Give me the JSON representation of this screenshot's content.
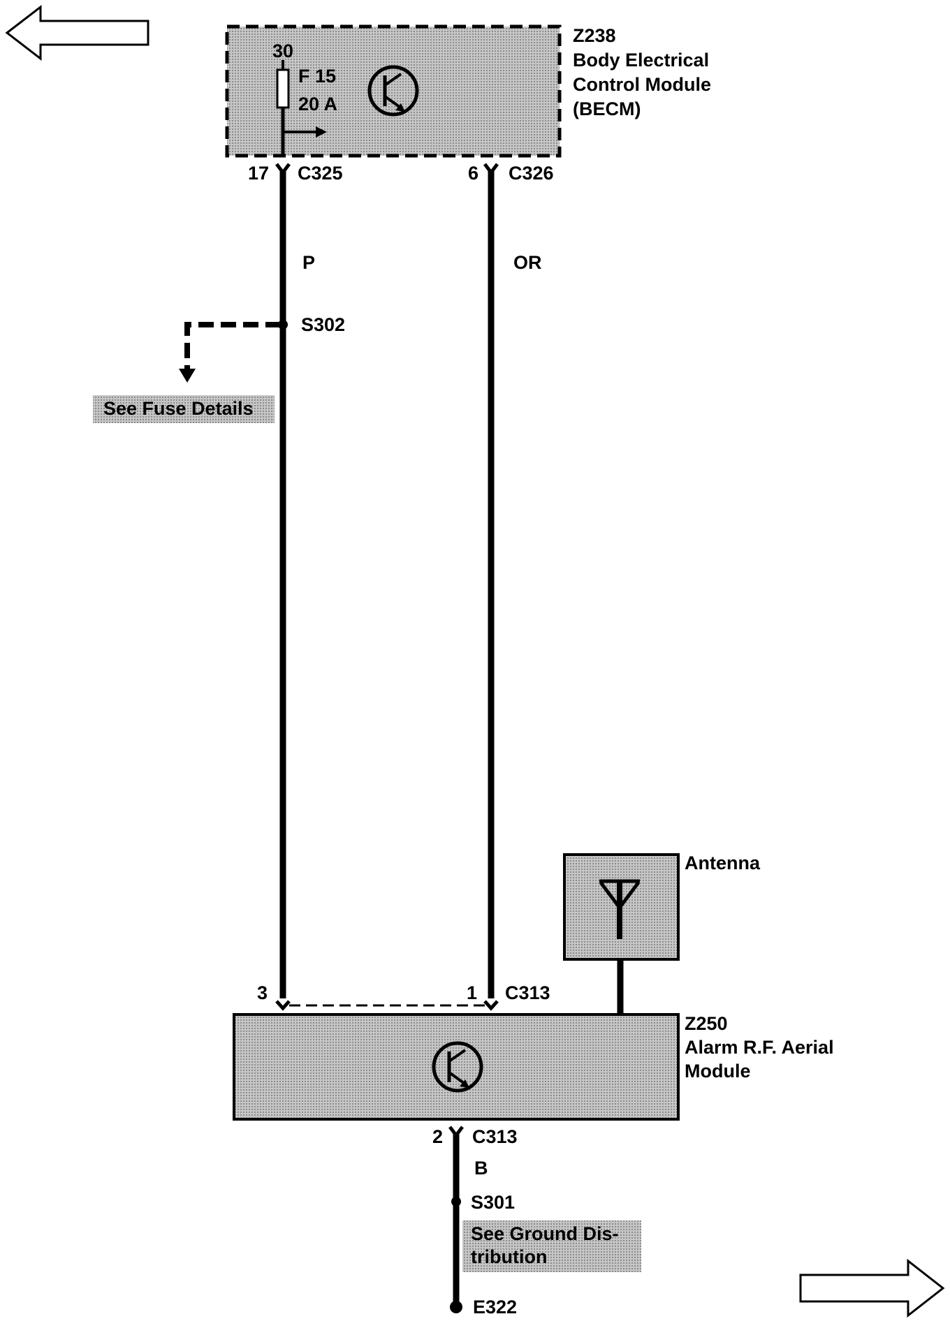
{
  "nav": {
    "back_icon": "left-arrow-icon",
    "forward_icon": "right-arrow-icon"
  },
  "colors": {
    "ink": "#000000",
    "module_fill": "#b4b4b4",
    "note_fill": "#a8a8a8",
    "background": "#ffffff"
  },
  "becm": {
    "id": "Z238",
    "name_line1": "Body Electrical",
    "name_line2": "Control Module",
    "name_line3": "(BECM)",
    "fuse_supply": "30",
    "fuse_id": "F 15",
    "fuse_rating": "20 A",
    "icon": "transistor-icon"
  },
  "connectors": {
    "left_top": {
      "pin": "17",
      "connector": "C325"
    },
    "right_top": {
      "pin": "6",
      "connector": "C326"
    },
    "left_bottom": {
      "pin": "3"
    },
    "right_bottom": {
      "pin": "1",
      "connector": "C313"
    },
    "ground": {
      "pin": "2",
      "connector": "C313"
    }
  },
  "wires": {
    "left_color": "P",
    "right_color": "OR",
    "ground_color": "B"
  },
  "splices": {
    "s302": {
      "id": "S302",
      "note": "See Fuse Details"
    },
    "s301": {
      "id": "S301",
      "note_line1": "See Ground Dis-",
      "note_line2": "tribution"
    }
  },
  "antenna": {
    "label": "Antenna",
    "icon": "antenna-icon"
  },
  "aerial_module": {
    "id": "Z250",
    "name_line1": "Alarm R.F. Aerial",
    "name_line2": "Module",
    "icon": "transistor-icon"
  },
  "ground_point": {
    "id": "E322"
  }
}
